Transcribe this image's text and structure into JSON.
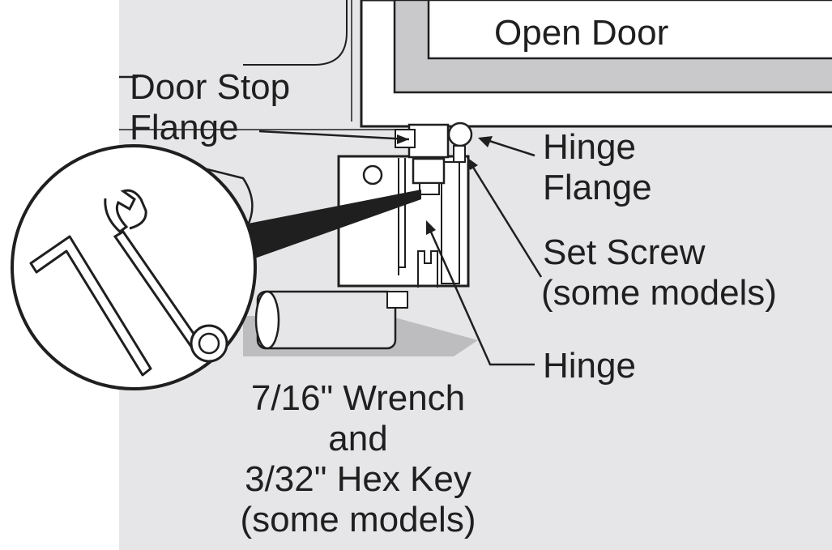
{
  "labels": {
    "open_door": "Open Door",
    "door_stop_line1": "Door Stop",
    "door_stop_line2": "Flange",
    "hinge_flange_line1": "Hinge",
    "hinge_flange_line2": "Flange",
    "set_screw_line1": "Set Screw",
    "set_screw_line2": "(some models)",
    "hinge": "Hinge",
    "tools_line1": "7/16\" Wrench",
    "tools_line2": "and",
    "tools_line3": "3/32\" Hex Key",
    "tools_line4": "(some models)"
  },
  "colors": {
    "background_panel": "#e6e6e8",
    "stroke": "#1f1f1f",
    "door_fill": "#ffffff",
    "shadow": "#bdbdbf"
  }
}
